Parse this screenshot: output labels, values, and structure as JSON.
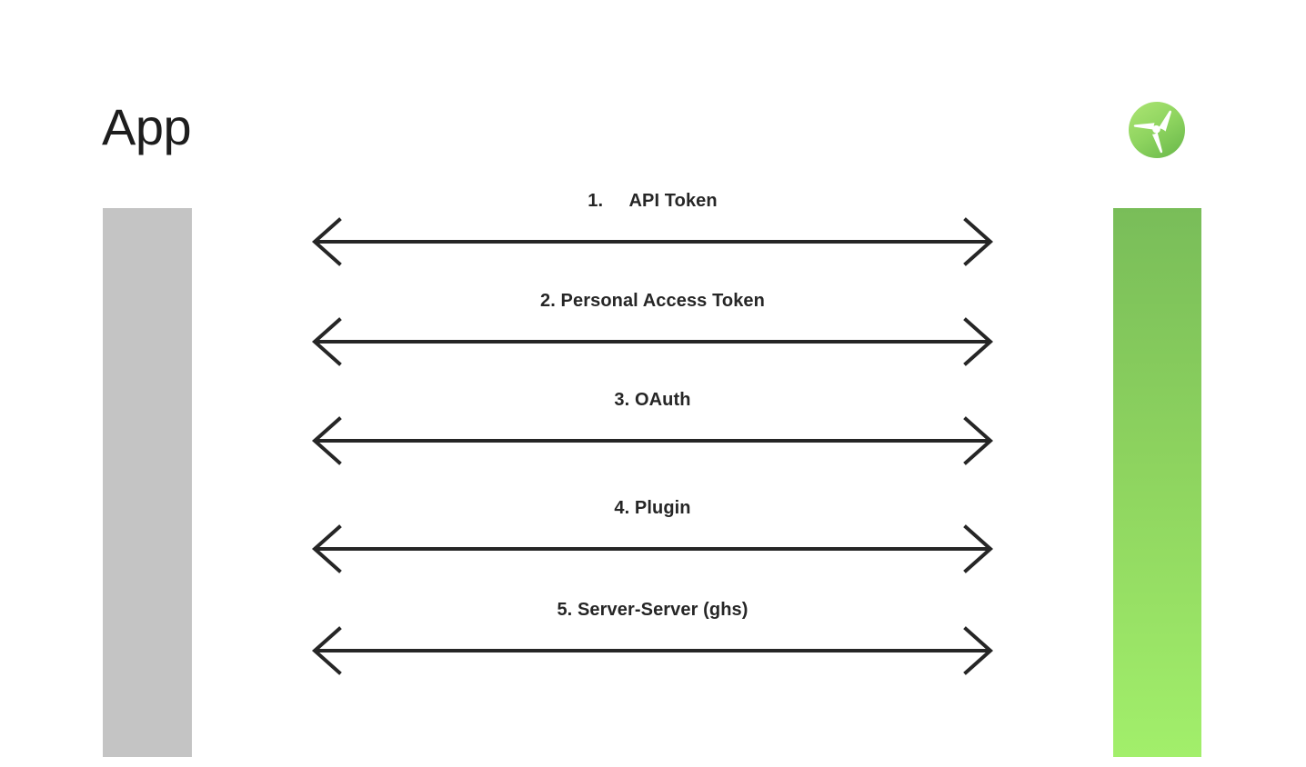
{
  "diagram": {
    "type": "sequence-diagram",
    "background_color": "#ffffff",
    "actors": [
      {
        "id": "app",
        "label": "App",
        "side": "left",
        "lifeline_color": "#c4c4c4",
        "icon": "none"
      },
      {
        "id": "service",
        "label": "",
        "side": "right",
        "lifeline_gradient_top": "#79bd59",
        "lifeline_gradient_bottom": "#a2ef6b",
        "icon": "propeller-logo-icon"
      }
    ],
    "messages": [
      {
        "number": "1.",
        "label": "1.\tAPI Token",
        "text": "API Token",
        "direction": "bidirectional"
      },
      {
        "number": "2.",
        "label": "2. Personal Access Token",
        "text": "Personal Access Token",
        "direction": "bidirectional"
      },
      {
        "number": "3.",
        "label": "3. OAuth",
        "text": "OAuth",
        "direction": "bidirectional"
      },
      {
        "number": "4.",
        "label": "4. Plugin",
        "text": "Plugin",
        "direction": "bidirectional"
      },
      {
        "number": "5.",
        "label": "5. Server-Server (ghs)",
        "text": "Server-Server (ghs)",
        "direction": "bidirectional"
      }
    ],
    "colors": {
      "text": "#262626",
      "title": "#1d1d1d",
      "arrow": "#262626",
      "app_lifeline": "#c4c4c4",
      "logo_green_light": "#a6e06e",
      "logo_green_dark": "#6fbe4e"
    }
  }
}
